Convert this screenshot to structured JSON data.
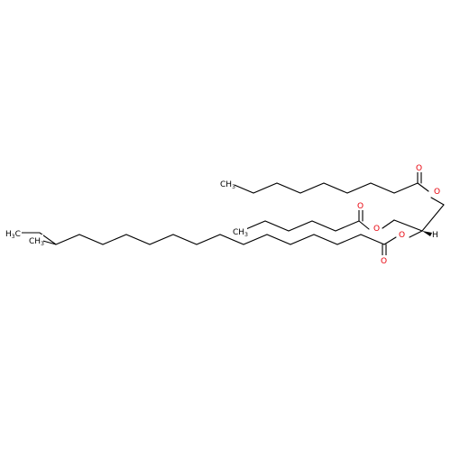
{
  "molecule": {
    "colors": {
      "carbon_bond": "#000000",
      "oxygen": "#e8000b",
      "background": "#ffffff"
    },
    "atom_labels": {
      "o_ester_top": "O",
      "o_carbonyl_top": "O",
      "o_ester_middle": "O",
      "o_carbonyl_middle": "O",
      "o_ester_bottom": "O",
      "o_carbonyl_bottom": "O",
      "h_stereo": "H",
      "ch3_top": "CH",
      "ch3_top_sub": "3",
      "ch3_middle": "CH",
      "ch3_middle_sub": "3",
      "h3c_bottom": "H",
      "h3c_bottom_sub": "3",
      "h3c_bottom_c": "C",
      "ch3_branch": "CH",
      "ch3_branch_sub": "3"
    }
  }
}
